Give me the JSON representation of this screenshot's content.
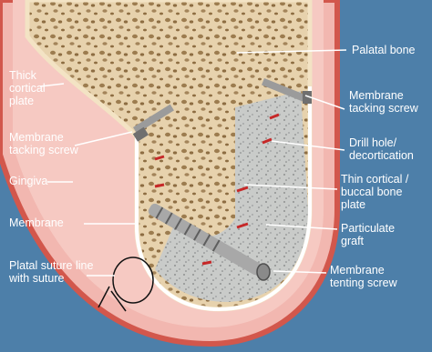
{
  "labels": {
    "palatal_bone": "Palatal bone",
    "thick_cortical_plate": "Thick\ncortical\nplate",
    "membrane_tacking_screw_right": "Membrane\ntacking screw",
    "membrane_tacking_screw_left": "Membrane\ntacking screw",
    "drill_hole": "Drill hole/\ndecortication",
    "gingiva": "Gingiva",
    "thin_cortical": "Thin cortical /\nbuccal bone\nplate",
    "membrane": "Membrane",
    "particulate_graft": "Particulate\ngraft",
    "suture_line": "Platal suture line\nwith suture",
    "tenting_screw": "Membrane\ntenting screw"
  },
  "colors": {
    "background": "#4d7fa9",
    "gingiva": "#f2b7b0",
    "gingiva_edge": "#d2574c",
    "bone": "#e7d2ad",
    "bone_pores": "#9c7c4f",
    "graft": "#c9cbc9",
    "membrane": "#ffffff",
    "drill_marks": "#c62828",
    "screw": "#9b9b9b"
  }
}
